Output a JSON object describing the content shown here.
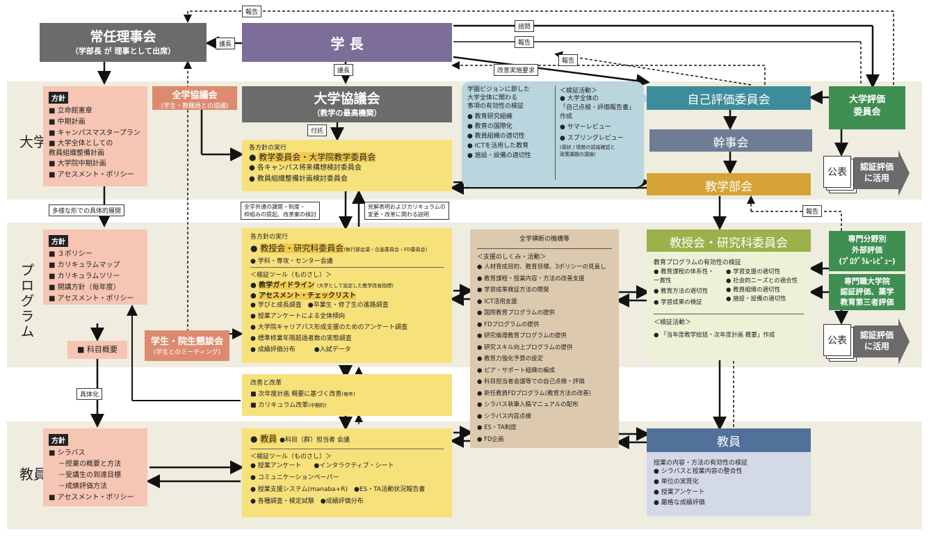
{
  "bands": {
    "university": "大学",
    "program": "プログラム",
    "faculty": "教員"
  },
  "jonin": {
    "title": "常任理事会",
    "sub": "（学部長 が 理事として出席）"
  },
  "president": {
    "title": "学 長"
  },
  "zengaku_council": {
    "title": "全学協議会",
    "sub": "(学生・教職員との協議)"
  },
  "daigaku_council": {
    "title": "大学協議会",
    "sub": "（教学の最高機関）"
  },
  "self_eval": {
    "title": "自己評価委員会"
  },
  "kanji": {
    "title": "幹事会"
  },
  "kyogaku_bukai": {
    "title": "教学部会"
  },
  "univ_eval": {
    "title": "大学評価\n委員会"
  },
  "kohyo1": {
    "doc": "公表",
    "arrow": "認証評価\nに活用"
  },
  "kohyo2": {
    "doc": "公表",
    "arrow": "認証評価\nに活用"
  },
  "policy_univ": {
    "tag": "方針",
    "items": [
      "立命館憲章",
      "中期計画",
      "キャンパスマスタープラン",
      "大学全体としての\n教員組織整備計画",
      "大学院中期計画",
      "アセスメント・ポリシー"
    ]
  },
  "policy_prog": {
    "tag": "方針",
    "items": [
      "３ポリシー",
      "カリキュラムマップ",
      "カリキュラムツリー",
      "開講方針（毎年度）",
      "アセスメント・ポリシー"
    ]
  },
  "policy_fac": {
    "tag": "方針",
    "items": [
      "シラバス",
      "－授業の概要と方法",
      "－受講生の到達目標",
      "－成績評価方法",
      "アセスメント・ポリシー"
    ]
  },
  "kamoku": {
    "label": "科目概要"
  },
  "gakusei_kondan": {
    "title": "学生・院生懇談会",
    "sub": "(学生とのミーティング)"
  },
  "univ_exec": {
    "head": "各方針の実行",
    "items": [
      "教学委員会・大学院教学委員会",
      "各キャンパス将来構想検討委員会",
      "教員組織整備計画検討委員会"
    ]
  },
  "prog_exec": {
    "head": "各方針の実行",
    "main": "教授会・研究科委員会",
    "main_sub": "(執行部会議・企画委員会・FD委員会)",
    "item2": "学科・専攻・センター会議",
    "tool_head": "＜検証ツール（ものさし）＞",
    "items": [
      "教学ガイドライン",
      "アセスメント・チェックリスト",
      "学びと成長調査　●卒業生・修了生の進路調査",
      "授業アンケートによる全体傾向",
      "大学院キャリアパス形成支援のためのアンケート調査",
      "標準修業年限超過者数の実態調査",
      "成績評価分布　　　●入試データ"
    ],
    "guide_note": "(大学として設定した教学改善指標)"
  },
  "kaizen": {
    "head": "改善と改革",
    "items": [
      "次年度計画 概要に基づく改善",
      "カリキュラム改革"
    ],
    "notes": [
      "(毎年)",
      "(中期的)"
    ]
  },
  "fac_exec": {
    "main": "教員",
    "main_extra": "●科目（群）担当者 会議",
    "tool_head": "＜検証ツール（ものさし）＞",
    "items": [
      "授業アンケート　　●インタラクティブ・シート",
      "コミュニケーションペーパー",
      "授業支援システム(manaba+R)　●ES・TA活動状況報告書",
      "各種調査・検定試験　●成績評価分布"
    ]
  },
  "zengaku_kiko": {
    "head": "全学横断の機構等",
    "sub": "＜支援のしくみ・活動＞",
    "items": [
      "人材育成目的、教育目標、3ポリシーの見直し",
      "教育課程・授業内容・方法の改善支援",
      "学習成果検証方法の開発",
      "ICT活用支援",
      "国際教育プログラムの提供",
      "FDプログラムの提供",
      "研究倫理教育プログラムの提供",
      "研究スキル向上プログラムの提供",
      "教育力強化予算の設定",
      "ピア・サポート組織の編成",
      "科目担当者会議等での自己点検・評価",
      "新任教員FDプログラム(教育方法の改善)",
      "シラバス執筆入稿マニュアルの配布",
      "シラバス内容点検",
      "ES・TA制度",
      "FD企画"
    ]
  },
  "bubble": {
    "left_head": "学園ビジョンに即した\n大学全体に関わる\n事項の有効性の検証",
    "left_items": [
      "教育研究組織",
      "教育の国際化",
      "教員組織の適切性",
      "ICTを活用した教育",
      "施設・設備の適切性"
    ],
    "right_head": "＜検証活動＞",
    "right_items": [
      "大学全体の\n「自己点検・評価報告書」\n作成",
      "サマーレビュー",
      "スプリングレビュー"
    ],
    "right_note": "(現状 / 情勢の認識確認と\n政策課題の議論)"
  },
  "kyoju": {
    "title": "教授会・研究科委員会",
    "head": "教育プログラムの有効性の検証",
    "left": [
      "教育課程の体系性・\n一貫性",
      "教育方法の適切性",
      "学習成果の検証"
    ],
    "right": [
      "学習支援の適切性",
      "社会的ニーズとの適合性",
      "教員組織の適切性",
      "施設・設備の適切性"
    ],
    "act_head": "＜検証活動＞",
    "act": "「当年度教学総括・次年度計画 概要」作成"
  },
  "senmon": {
    "title": "専門分野別\n外部評価\n(ﾌﾟﾛｸﾞﾗﾑ･ﾚﾋﾞｭｰ)"
  },
  "senmonshoku": {
    "title": "専門職大学院\n認証評価、薬学\n教育第三者評価"
  },
  "kyoin": {
    "title": "教員",
    "head": "授業の内容・方法の有効性の検証",
    "items": [
      "シラバスと授業内容の整合性",
      "単位の実質化",
      "授業アンケート",
      "厳格な成績評価"
    ]
  },
  "notes": {
    "hokoku_top": "報告",
    "gicho_left": "議長",
    "gicho_down": "議長",
    "shimon": "諮問",
    "hokoku2": "報告",
    "hokoku3": "報告",
    "kaizen_req": "改善実施要求",
    "futaku": "付託",
    "tayo": "多様な形での具体的展開",
    "gutai": "具体化",
    "kyotsu": "全学共通の課題・制度・\n枠組みの提起、改革案の検討",
    "kenkai": "見解表明およびカリキュラムの\n変更・改革に関わる説明",
    "hokoku4": "報告"
  }
}
